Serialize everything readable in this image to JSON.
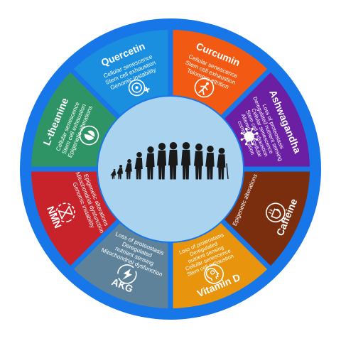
{
  "segments": [
    {
      "id": "quercetin",
      "title": "Quercetin",
      "color": "#1a8fe0",
      "items": [
        "Cellular senescence",
        "Stem cell exhaustion",
        "Genomic instability"
      ],
      "icon": "target-plus-icon"
    },
    {
      "id": "curcumin",
      "title": "Curcumin",
      "color": "#f25a14",
      "items": [
        "Cellular senescence",
        "Stem cell exhaustion",
        "Telomere attrition"
      ],
      "icon": "walking-person-icon"
    },
    {
      "id": "ashwagandha",
      "title": "Ashwagandha",
      "color": "#6b1fa3",
      "items": [
        "Loss of proteostasis",
        "Deregulated nutrient sensing",
        "Cellular senescence",
        "Stem cell exhaustion",
        "Altered intercellular",
        "communication"
      ],
      "icon": "virus-icon"
    },
    {
      "id": "caffeine",
      "title": "Caffeine",
      "color": "#7a2e0e",
      "items": [
        "Epigenetic alterations"
      ],
      "icon": "coffee-cup-icon"
    },
    {
      "id": "vitamin-d",
      "title": "Vitamin D",
      "color": "#e8940c",
      "items": [
        "Loss of proteostasis",
        "Deregulated",
        "nutrient sensing",
        "Cellular senescence",
        "Stem cell exhaustion"
      ],
      "icon": "head-gear-icon"
    },
    {
      "id": "akg",
      "title": "AKG",
      "color": "#5e8299",
      "items": [
        "Loss of proteostasis",
        "Deregulated",
        "nutrient sensing",
        "Mitochondrial dysfunction"
      ],
      "icon": "lightning-cycle-icon"
    },
    {
      "id": "nmn",
      "title": "NMN",
      "color": "#c8232b",
      "items": [
        "Epigenetic alterations",
        "Mitochondrial dysfunction",
        "Genomic instability"
      ],
      "icon": "hourglass-icon"
    },
    {
      "id": "l-theanine",
      "title": "L-theanine",
      "color": "#2e9466",
      "items": [
        "Cellular senescence",
        "Stem cell exhaustion",
        "Epigenetic alterations"
      ],
      "icon": "leaves-icon"
    }
  ],
  "colors": {
    "outer_ring": "#1877e8",
    "inner_circle": "#a9d3ef",
    "silhouettes": "#1a1a1a"
  },
  "center": {
    "image": "human-aging-silhouettes-icon"
  }
}
